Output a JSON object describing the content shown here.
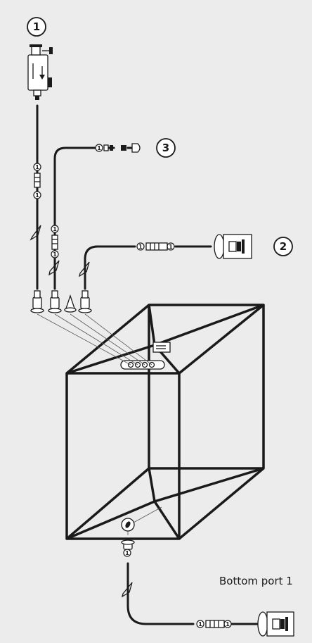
{
  "callouts": {
    "one": "1",
    "two": "2",
    "three": "3"
  },
  "connector_mark": "1",
  "labels": {
    "bottom_port": "Bottom port 1"
  }
}
